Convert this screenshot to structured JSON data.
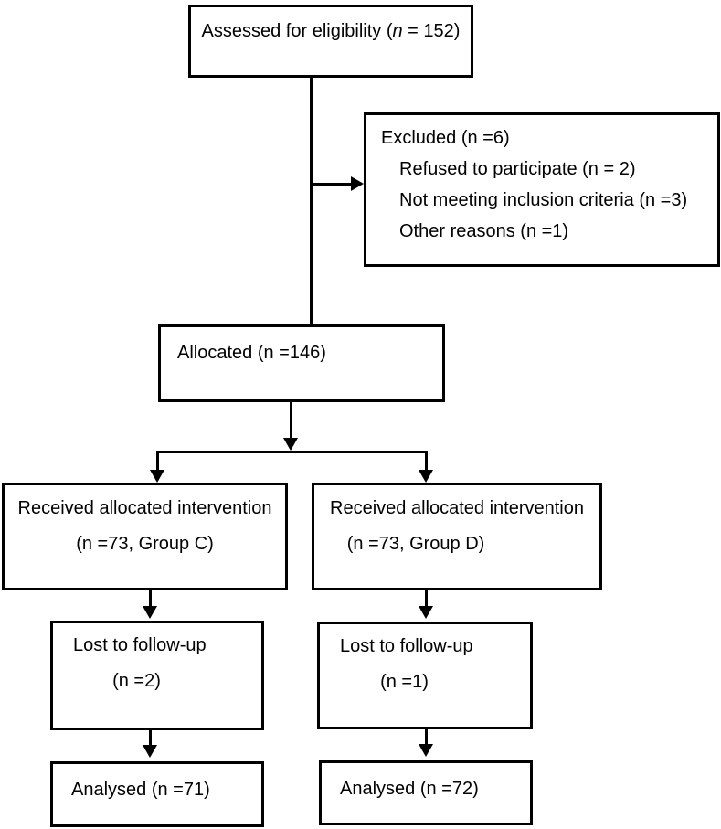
{
  "flowchart": {
    "eligibility": {
      "prefix": "Assessed for eligibility (",
      "n_symbol": "n",
      "suffix": " = 152)"
    },
    "excluded": {
      "title": "Excluded (n =6)",
      "reasons": [
        "Refused to participate (n = 2)",
        "Not meeting inclusion criteria (n =3)",
        "Other reasons (n =1)"
      ]
    },
    "allocated": {
      "label": "Allocated (n =146)"
    },
    "group_c": {
      "line1": "Received allocated intervention",
      "line2": "(n =73, Group C)"
    },
    "group_d": {
      "line1": "Received allocated intervention",
      "line2": "(n =73, Group D)"
    },
    "lost_c": {
      "line1": "Lost to follow-up",
      "line2": "(n =2)"
    },
    "lost_d": {
      "line1": "Lost to follow-up",
      "line2": "(n =1)"
    },
    "analysed_c": {
      "label": "Analysed (n =71)"
    },
    "analysed_d": {
      "label": "Analysed (n =72)"
    }
  },
  "colors": {
    "line": "#000000",
    "box_border": "#000000",
    "box_background": "#ffffff",
    "page_background": "#ffffff",
    "text": "#000000"
  }
}
